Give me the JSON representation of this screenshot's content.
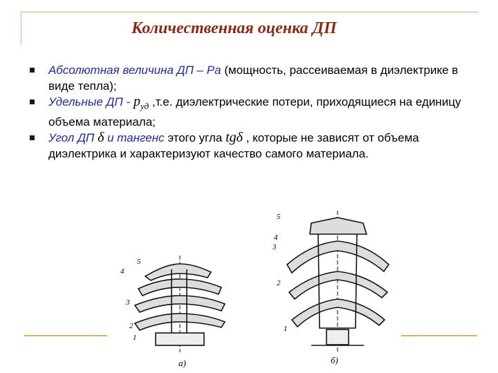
{
  "title": "Количественная оценка ДП",
  "bullets": [
    {
      "lead": "Абсолютная величина ДП – Pa",
      "rest": " (мощность, рассеиваемая в диэлектрике в виде тепла);"
    },
    {
      "lead": "Удельные ДП - ",
      "formula": "p",
      "formula_sub": "уд",
      "rest": " ,т.е. диэлектрические потери, приходящиеся на единицу объема материала;"
    },
    {
      "lead": "Угол ДП ",
      "formula": "δ",
      "mid": " и тангенс",
      "mid2": " этого угла ",
      "formula2": "tgδ",
      "rest": " , которые не зависят от объема диэлектрика и характеризуют качество самого материала."
    }
  ],
  "figure_a": {
    "caption": "а)",
    "labels": [
      "5",
      "4",
      "3",
      "2",
      "1"
    ]
  },
  "figure_b": {
    "caption": "б)",
    "labels": [
      "5",
      "4",
      "3",
      "2",
      "1"
    ]
  },
  "colors": {
    "title": "#8b2a14",
    "accent_text": "#1f2a9c",
    "frame": "#c9b98a"
  }
}
